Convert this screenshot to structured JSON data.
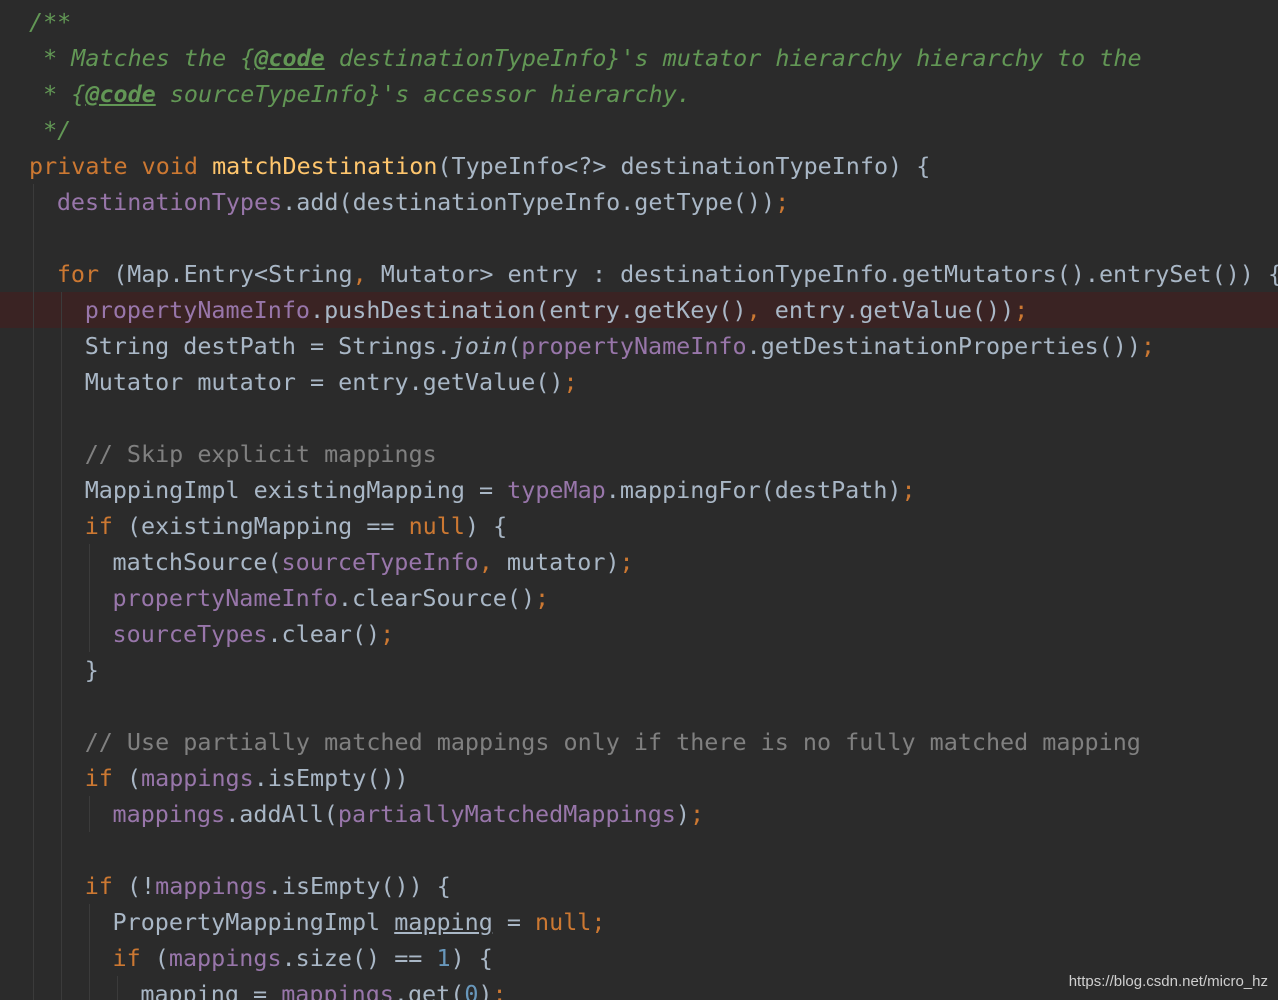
{
  "editor": {
    "theme_colors": {
      "background": "#2b2b2b",
      "keyword": "#cc7832",
      "method_declaration": "#ffc66d",
      "field": "#9876aa",
      "number": "#6897bb",
      "comment": "#808080",
      "javadoc": "#629755",
      "plain": "#a9b7c6",
      "breakpoint_line": "#3a2323"
    },
    "lines": [
      {
        "id": "l1",
        "indent": 0,
        "tokens": [
          {
            "t": "/**",
            "c": "doc"
          }
        ]
      },
      {
        "id": "l2",
        "indent": 0,
        "tokens": [
          {
            "t": " * Matches the {",
            "c": "doc"
          },
          {
            "t": "@code",
            "c": "doctag"
          },
          {
            "t": " destinationTypeInfo}'s mutator hierarchy hierarchy to the",
            "c": "doc"
          }
        ]
      },
      {
        "id": "l3",
        "indent": 0,
        "tokens": [
          {
            "t": " * {",
            "c": "doc"
          },
          {
            "t": "@code",
            "c": "doctag"
          },
          {
            "t": " sourceTypeInfo}'s accessor hierarchy.",
            "c": "doc"
          }
        ]
      },
      {
        "id": "l4",
        "indent": 0,
        "tokens": [
          {
            "t": " */",
            "c": "doc"
          }
        ]
      },
      {
        "id": "l5",
        "indent": 0,
        "tokens": [
          {
            "t": "private ",
            "c": "kw"
          },
          {
            "t": "void ",
            "c": "kw"
          },
          {
            "t": "matchDestination",
            "c": "fn"
          },
          {
            "t": "(TypeInfo<?> destinationTypeInfo) {",
            "c": ""
          }
        ]
      },
      {
        "id": "l6",
        "indent": 1,
        "tokens": [
          {
            "t": "destinationTypes",
            "c": "field"
          },
          {
            "t": ".add(destinationTypeInfo.getType())",
            "c": ""
          },
          {
            "t": ";",
            "c": "semi"
          }
        ]
      },
      {
        "id": "l7",
        "indent": 1,
        "tokens": []
      },
      {
        "id": "l8",
        "indent": 1,
        "tokens": [
          {
            "t": "for ",
            "c": "kw"
          },
          {
            "t": "(Map.Entry<String",
            "c": ""
          },
          {
            "t": ", ",
            "c": "semi"
          },
          {
            "t": "Mutator> entry : destinationTypeInfo.getMutators().entrySet()) {",
            "c": ""
          }
        ]
      },
      {
        "id": "l9",
        "indent": 2,
        "highlight": true,
        "tokens": [
          {
            "t": "propertyNameInfo",
            "c": "field"
          },
          {
            "t": ".pushDestination(entry.getKey()",
            "c": ""
          },
          {
            "t": ", ",
            "c": "semi"
          },
          {
            "t": "entry.getValue())",
            "c": ""
          },
          {
            "t": ";",
            "c": "semi"
          }
        ]
      },
      {
        "id": "l10",
        "indent": 2,
        "tokens": [
          {
            "t": "String destPath = Strings.",
            "c": ""
          },
          {
            "t": "join",
            "c": "ital"
          },
          {
            "t": "(",
            "c": ""
          },
          {
            "t": "propertyNameInfo",
            "c": "field"
          },
          {
            "t": ".getDestinationProperties())",
            "c": ""
          },
          {
            "t": ";",
            "c": "semi"
          }
        ]
      },
      {
        "id": "l11",
        "indent": 2,
        "tokens": [
          {
            "t": "Mutator mutator = entry.getValue()",
            "c": ""
          },
          {
            "t": ";",
            "c": "semi"
          }
        ]
      },
      {
        "id": "l12",
        "indent": 2,
        "tokens": []
      },
      {
        "id": "l13",
        "indent": 2,
        "tokens": [
          {
            "t": "// Skip explicit mappings",
            "c": "cmt"
          }
        ]
      },
      {
        "id": "l14",
        "indent": 2,
        "tokens": [
          {
            "t": "MappingImpl existingMapping = ",
            "c": ""
          },
          {
            "t": "typeMap",
            "c": "field"
          },
          {
            "t": ".mappingFor(destPath)",
            "c": ""
          },
          {
            "t": ";",
            "c": "semi"
          }
        ]
      },
      {
        "id": "l15",
        "indent": 2,
        "tokens": [
          {
            "t": "if ",
            "c": "kw"
          },
          {
            "t": "(existingMapping == ",
            "c": ""
          },
          {
            "t": "null",
            "c": "kw"
          },
          {
            "t": ") {",
            "c": ""
          }
        ]
      },
      {
        "id": "l16",
        "indent": 3,
        "tokens": [
          {
            "t": "matchSource(",
            "c": ""
          },
          {
            "t": "sourceTypeInfo",
            "c": "field"
          },
          {
            "t": ", ",
            "c": "semi"
          },
          {
            "t": "mutator)",
            "c": ""
          },
          {
            "t": ";",
            "c": "semi"
          }
        ]
      },
      {
        "id": "l17",
        "indent": 3,
        "tokens": [
          {
            "t": "propertyNameInfo",
            "c": "field"
          },
          {
            "t": ".clearSource()",
            "c": ""
          },
          {
            "t": ";",
            "c": "semi"
          }
        ]
      },
      {
        "id": "l18",
        "indent": 3,
        "tokens": [
          {
            "t": "sourceTypes",
            "c": "field"
          },
          {
            "t": ".clear()",
            "c": ""
          },
          {
            "t": ";",
            "c": "semi"
          }
        ]
      },
      {
        "id": "l19",
        "indent": 2,
        "tokens": [
          {
            "t": "}",
            "c": ""
          }
        ]
      },
      {
        "id": "l20",
        "indent": 2,
        "tokens": []
      },
      {
        "id": "l21",
        "indent": 2,
        "tokens": [
          {
            "t": "// Use partially matched mappings only if there is no fully matched mapping",
            "c": "cmt"
          }
        ]
      },
      {
        "id": "l22",
        "indent": 2,
        "tokens": [
          {
            "t": "if ",
            "c": "kw"
          },
          {
            "t": "(",
            "c": ""
          },
          {
            "t": "mappings",
            "c": "field"
          },
          {
            "t": ".isEmpty())",
            "c": ""
          }
        ]
      },
      {
        "id": "l23",
        "indent": 3,
        "tokens": [
          {
            "t": "mappings",
            "c": "field"
          },
          {
            "t": ".addAll(",
            "c": ""
          },
          {
            "t": "partiallyMatchedMappings",
            "c": "field"
          },
          {
            "t": ")",
            "c": ""
          },
          {
            "t": ";",
            "c": "semi"
          }
        ]
      },
      {
        "id": "l24",
        "indent": 2,
        "tokens": []
      },
      {
        "id": "l25",
        "indent": 2,
        "tokens": [
          {
            "t": "if ",
            "c": "kw"
          },
          {
            "t": "(!",
            "c": ""
          },
          {
            "t": "mappings",
            "c": "field"
          },
          {
            "t": ".isEmpty()) {",
            "c": ""
          }
        ]
      },
      {
        "id": "l26",
        "indent": 3,
        "tokens": [
          {
            "t": "PropertyMappingImpl ",
            "c": ""
          },
          {
            "t": "mapping",
            "c": "under"
          },
          {
            "t": " = ",
            "c": ""
          },
          {
            "t": "null",
            "c": "kw"
          },
          {
            "t": ";",
            "c": "semi"
          }
        ]
      },
      {
        "id": "l27",
        "indent": 3,
        "tokens": [
          {
            "t": "if ",
            "c": "kw"
          },
          {
            "t": "(",
            "c": ""
          },
          {
            "t": "mappings",
            "c": "field"
          },
          {
            "t": ".size() == ",
            "c": ""
          },
          {
            "t": "1",
            "c": "num"
          },
          {
            "t": ") {",
            "c": ""
          }
        ]
      },
      {
        "id": "l28",
        "indent": 4,
        "tokens": [
          {
            "t": "mapping",
            "c": "under"
          },
          {
            "t": " = ",
            "c": ""
          },
          {
            "t": "mappings",
            "c": "field"
          },
          {
            "t": ".get(",
            "c": ""
          },
          {
            "t": "0",
            "c": "num"
          },
          {
            "t": ")",
            "c": ""
          },
          {
            "t": ";",
            "c": "semi"
          }
        ]
      }
    ]
  },
  "watermark": "https://blog.csdn.net/micro_hz"
}
